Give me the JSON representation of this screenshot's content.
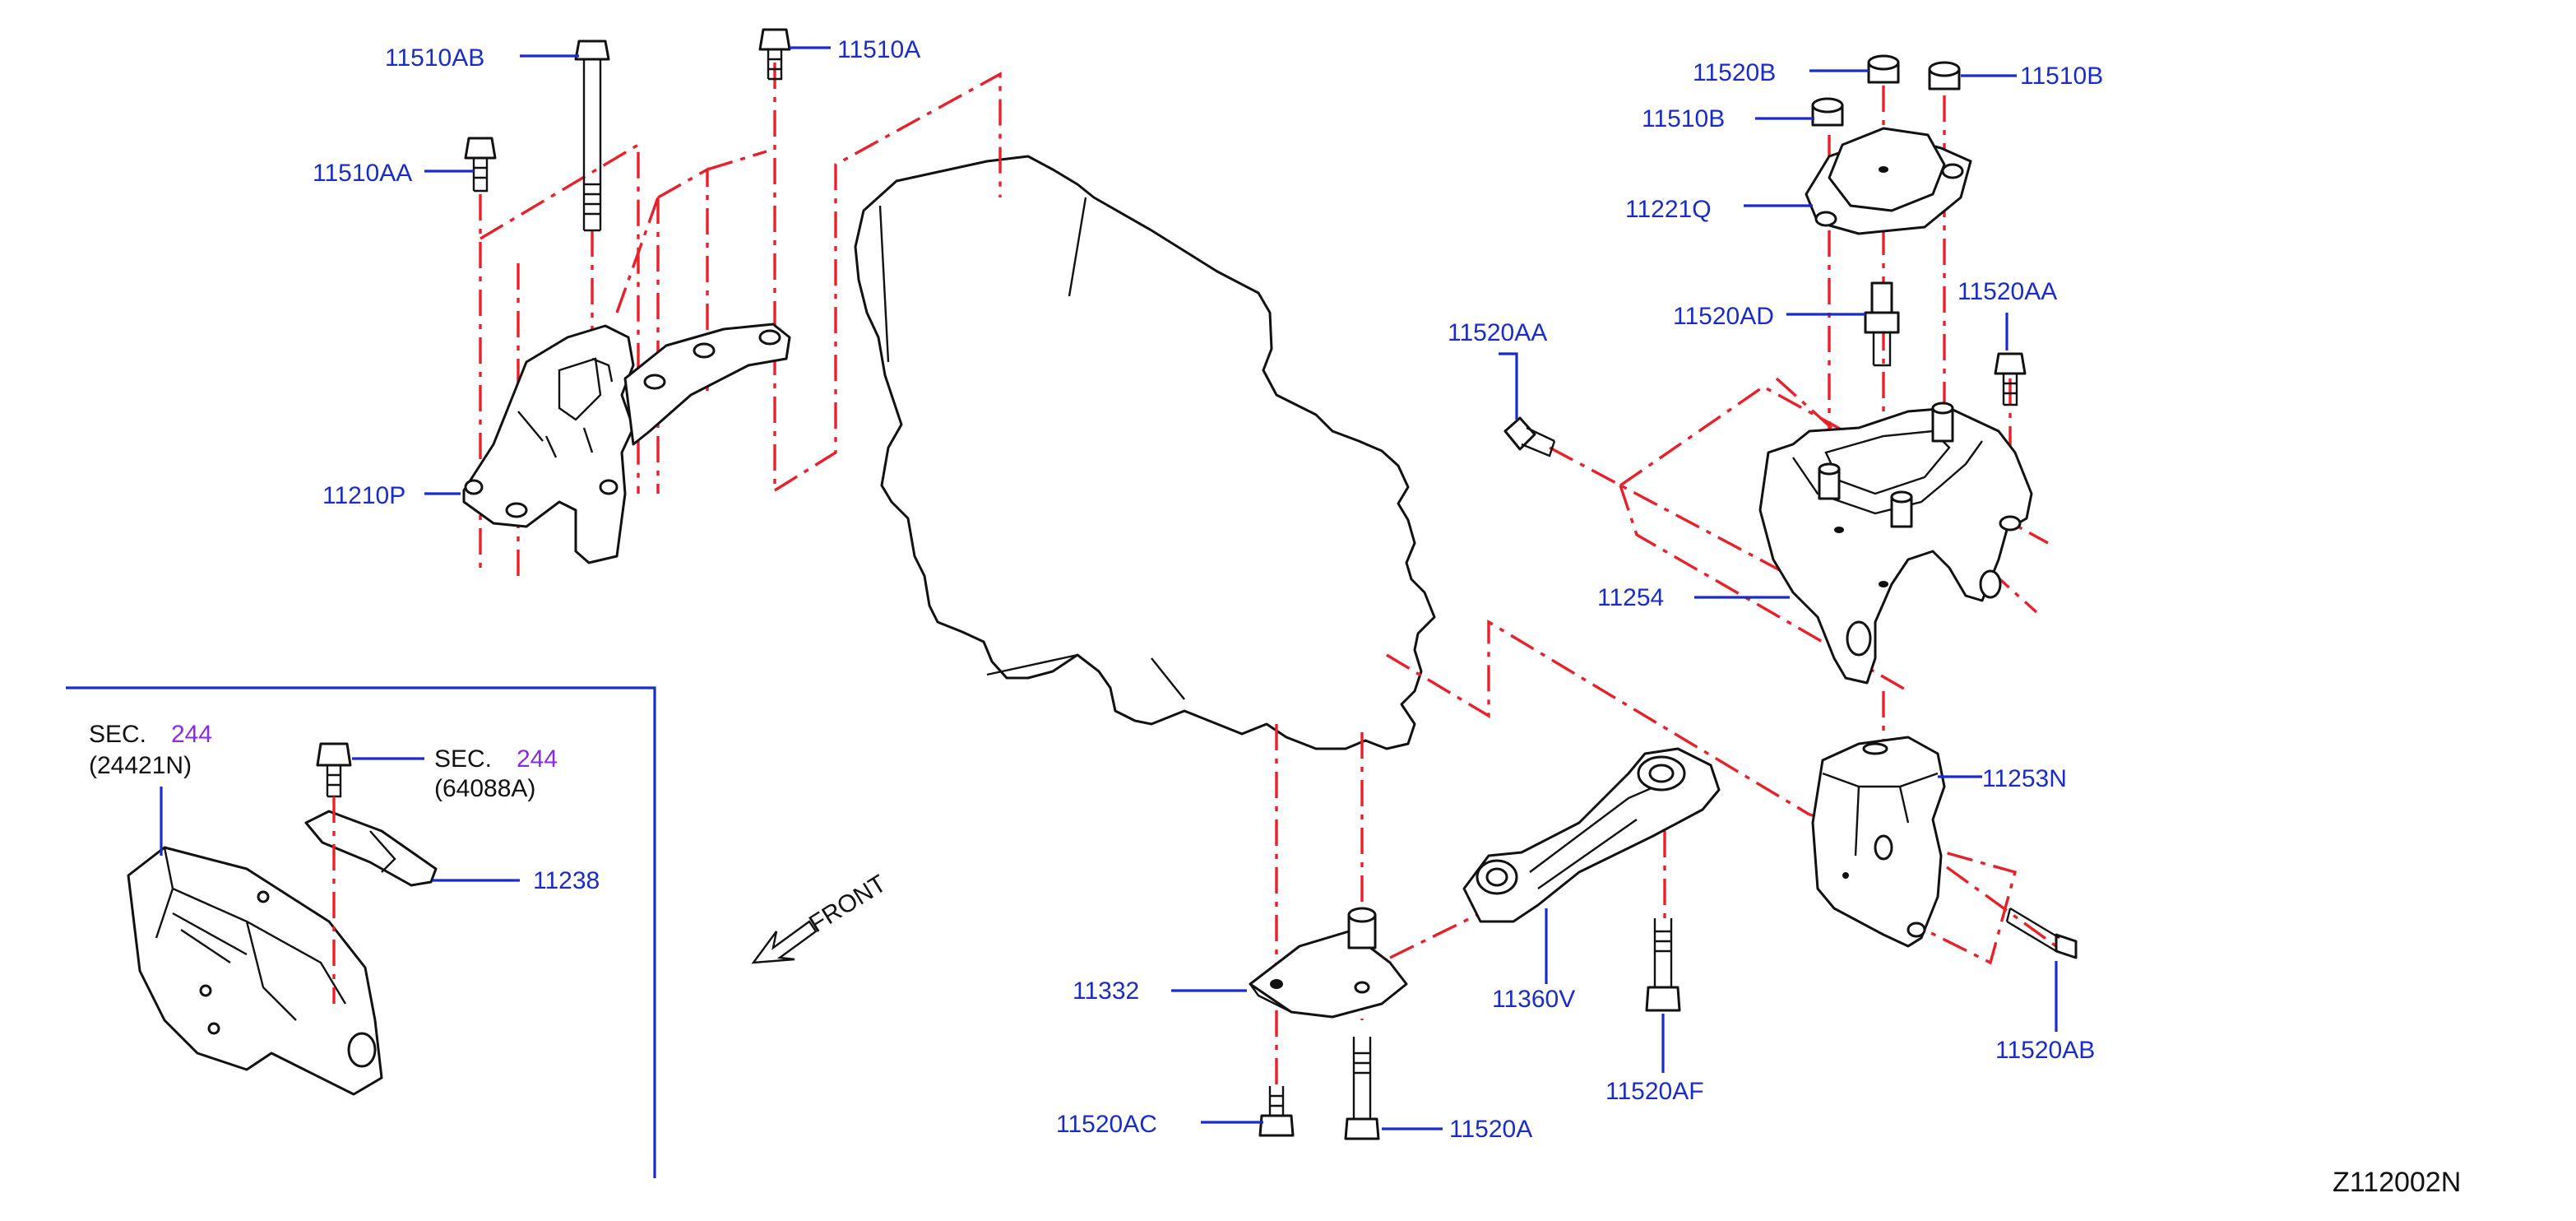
{
  "diagram_id": "Z112002N",
  "colors": {
    "callout": "#1a2cc8",
    "section_ref": "#8a2be2",
    "centerline": "#e8202a",
    "outline": "#111111"
  },
  "callouts": {
    "p11510AB": "11510AB",
    "p11510A": "11510A",
    "p11510AA": "11510AA",
    "p11210P": "11210P",
    "p11520B": "11520B",
    "p11510B_top": "11510B",
    "p11510B": "11510B",
    "p11221Q": "11221Q",
    "p11520AD": "11520AD",
    "p11520AA_left": "11520AA",
    "p11520AA_right": "11520AA",
    "p11254": "11254",
    "p11253N": "11253N",
    "p11520AB": "11520AB",
    "p11332": "11332",
    "p11360V": "11360V",
    "p11520AF": "11520AF",
    "p11520AC": "11520AC",
    "p11520A": "11520A",
    "p11238": "11238"
  },
  "section_refs": {
    "ref1": {
      "prefix": "SEC.",
      "number": "244",
      "part": "(24421N)"
    },
    "ref2": {
      "prefix": "SEC.",
      "number": "244",
      "part": "(64088A)"
    }
  },
  "front_label": "FRONT"
}
